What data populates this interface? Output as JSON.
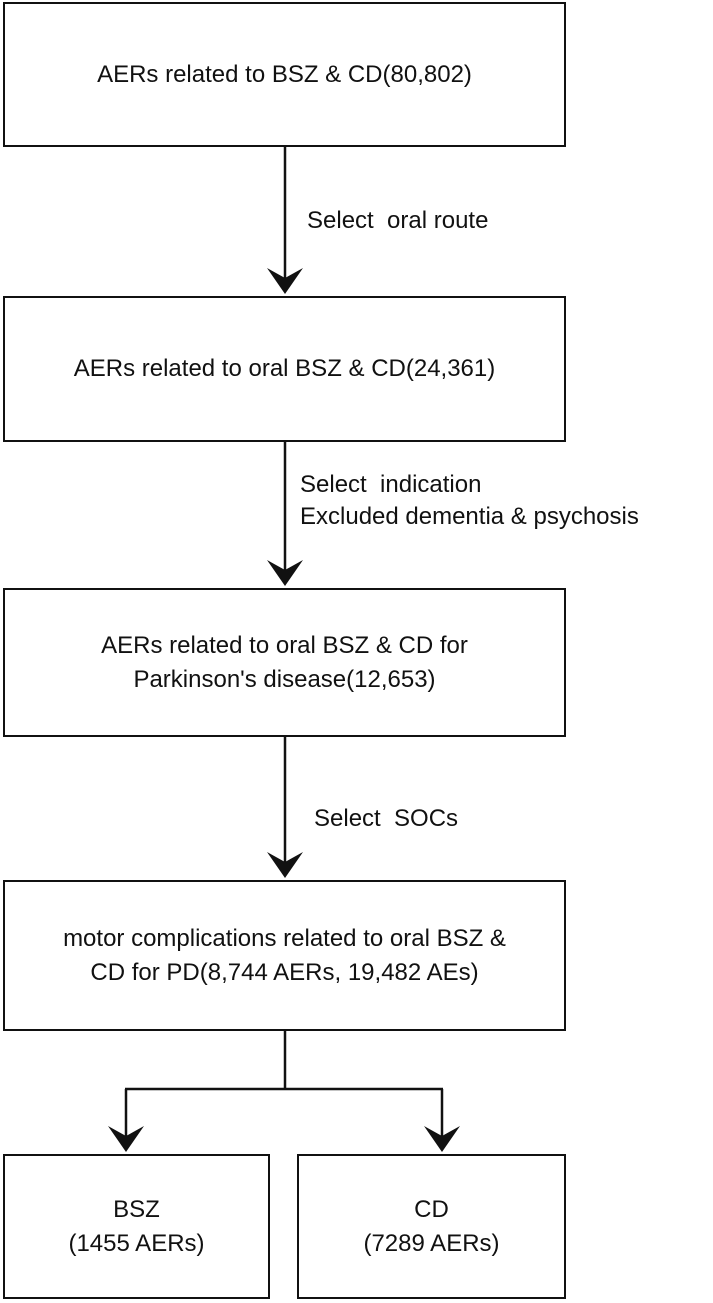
{
  "boxes": {
    "b1": {
      "lines": [
        "AERs related to BSZ & CD(80,802)"
      ]
    },
    "b2": {
      "lines": [
        "AERs related to oral BSZ & CD(24,361)"
      ]
    },
    "b3": {
      "lines": [
        "AERs related to oral BSZ & CD for",
        "Parkinson's disease(12,653)"
      ]
    },
    "b4": {
      "lines": [
        "motor complications related to oral BSZ &",
        "CD for PD(8,744 AERs, 19,482 AEs)"
      ]
    },
    "bsz": {
      "lines": [
        "BSZ",
        "(1455 AERs)"
      ]
    },
    "cd": {
      "lines": [
        "CD",
        "(7289 AERs)"
      ]
    }
  },
  "steps": {
    "s1": {
      "lines": [
        "Select  oral route"
      ]
    },
    "s2": {
      "lines": [
        "Select  indication",
        "Excluded dementia & psychosis"
      ]
    },
    "s3": {
      "lines": [
        "Select  SOCs"
      ]
    }
  }
}
